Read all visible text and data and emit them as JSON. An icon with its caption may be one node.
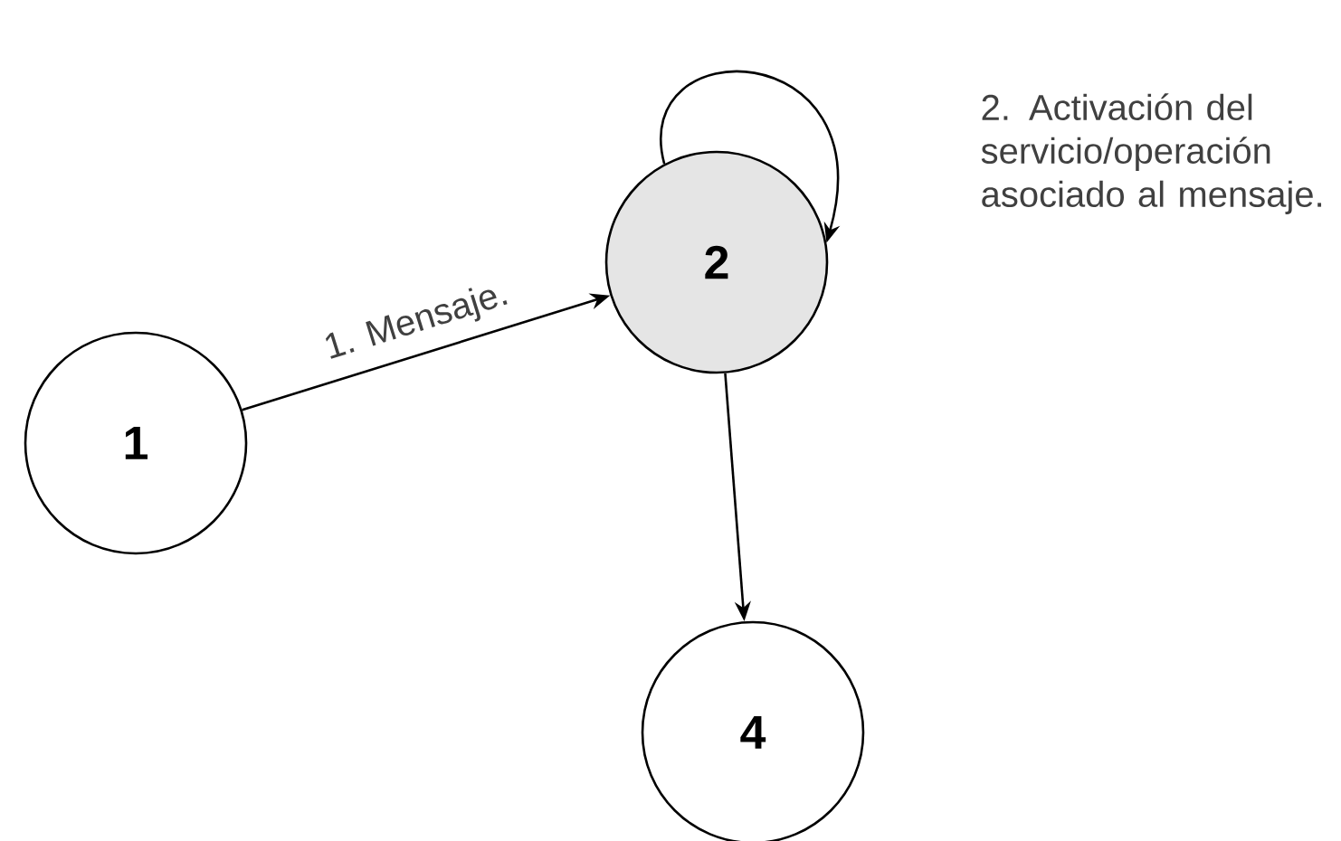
{
  "diagram": {
    "nodes": [
      {
        "text": [
          "1"
        ]
      },
      {
        "text": [
          "2"
        ]
      },
      {
        "text": [
          "4"
        ]
      }
    ],
    "edges": [
      {
        "from": 0,
        "to": 1,
        "arrow": "to",
        "label": "1. Mensaje."
      },
      {
        "from": 1,
        "to": 1,
        "arrow": "to",
        "label": "2. Activación del servicio/operación asociado al mensaje."
      },
      {
        "from": 1,
        "to": 2,
        "arrow": "to"
      }
    ]
  }
}
